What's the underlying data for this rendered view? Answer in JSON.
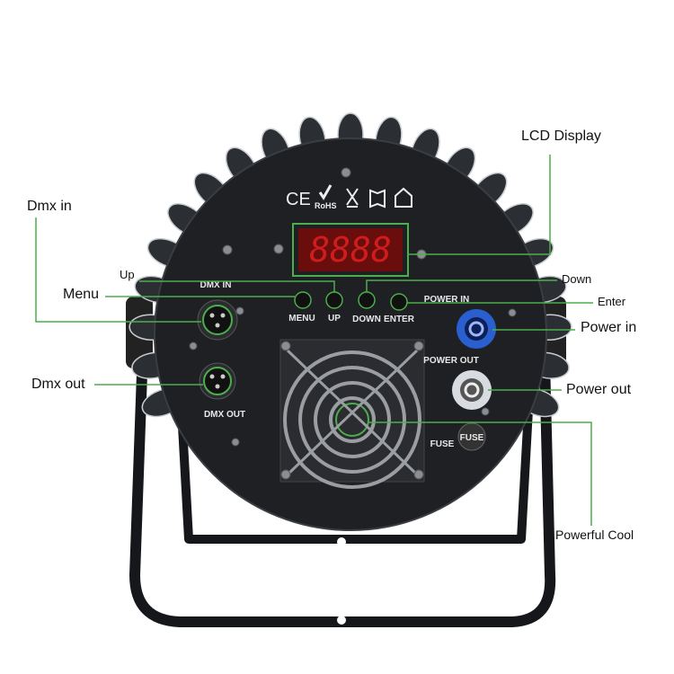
{
  "callouts": {
    "lcd_display": "LCD Display",
    "dmx_in": "Dmx in",
    "up": "Up",
    "menu": "Menu",
    "down": "Down",
    "enter": "Enter",
    "power_in": "Power in",
    "dmx_out": "Dmx out",
    "power_out": "Power out",
    "powerful_cool": "Powerful Cool"
  },
  "panel": {
    "certifications": [
      "CE",
      "RoHS"
    ],
    "display_value": "8888",
    "dmx_in": "DMX IN",
    "dmx_out": "DMX OUT",
    "buttons": [
      "MENU",
      "UP",
      "DOWN",
      "ENTER"
    ],
    "power_in": "POWER IN",
    "power_out": "POWER OUT",
    "fuse": "FUSE"
  },
  "colors": {
    "callout_line": "#4cae4c",
    "body": "#1e2023",
    "lcd": "#b01818",
    "power_in_connector": "#2a5fd0",
    "power_out_connector": "#d8dbe0"
  }
}
